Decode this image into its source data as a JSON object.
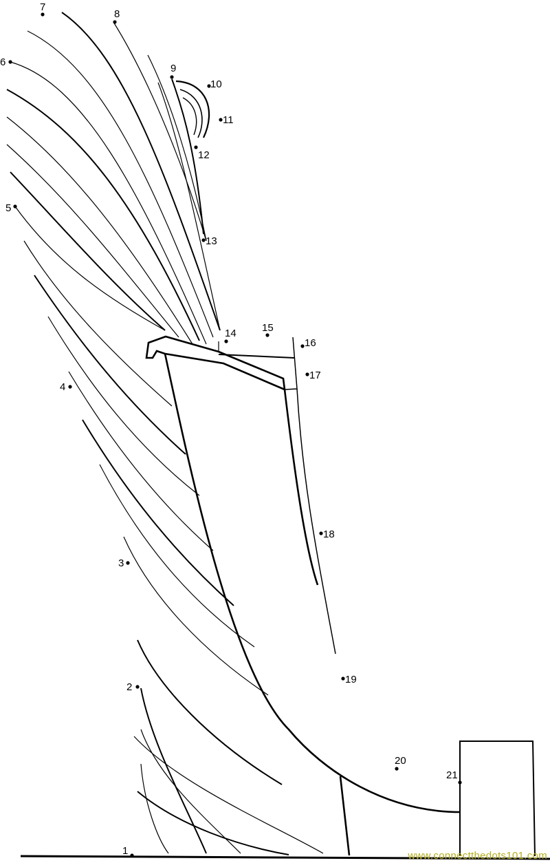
{
  "dots": {
    "labels": [
      "1",
      "2",
      "3",
      "4",
      "5",
      "6",
      "7",
      "8",
      "9",
      "10",
      "11",
      "12",
      "13",
      "14",
      "15",
      "16",
      "17",
      "18",
      "19",
      "20",
      "21"
    ]
  },
  "watermark": "www.connectthedots101.com",
  "colors": {
    "line": "#000000",
    "watermark": "#b5ad1e"
  }
}
